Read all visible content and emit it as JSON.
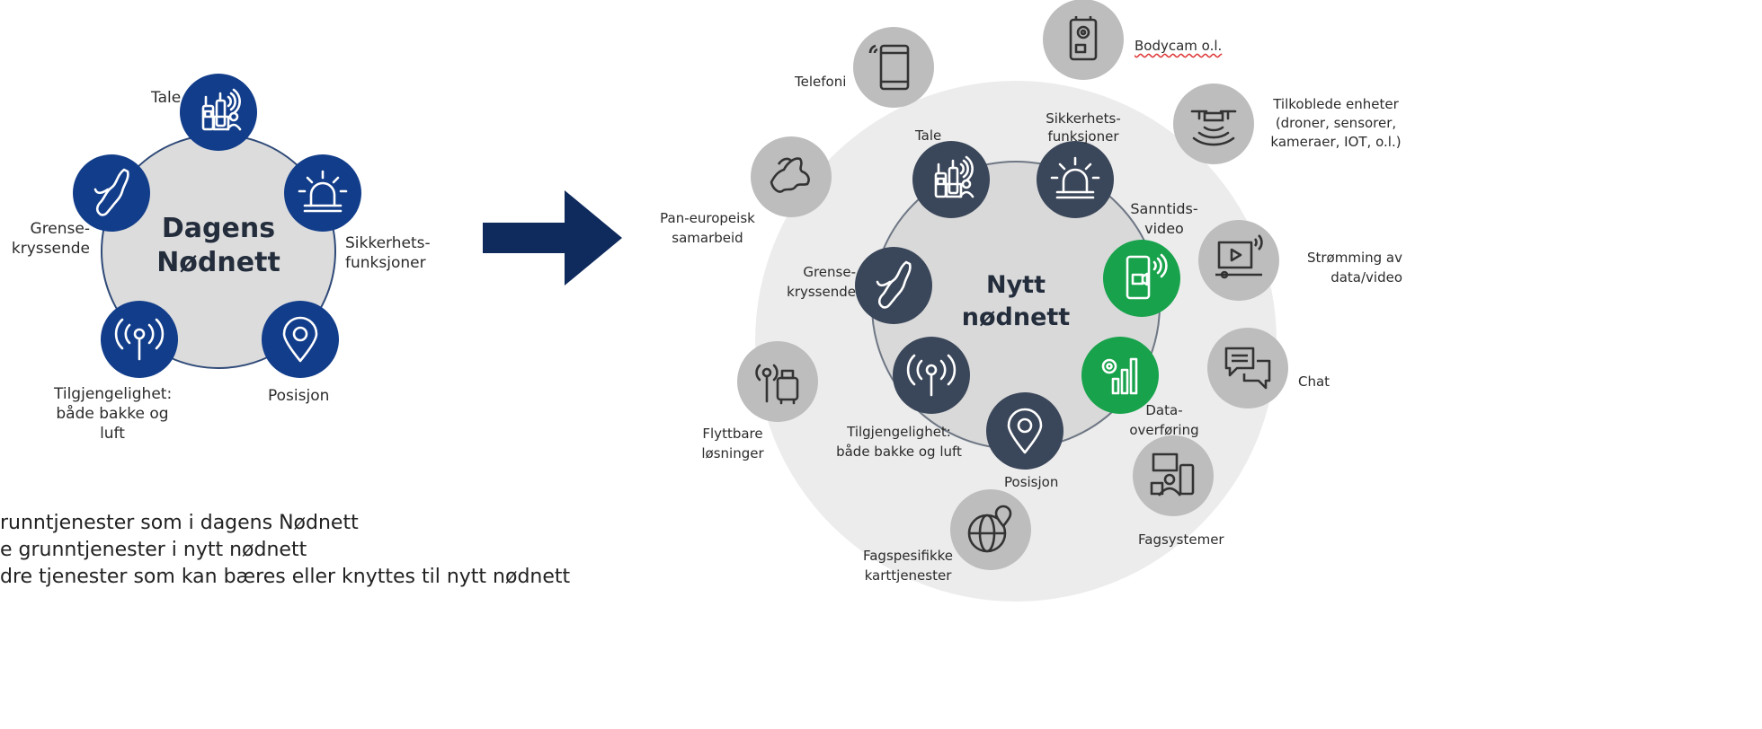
{
  "left": {
    "title_line1": "Dagens",
    "title_line2": "Nødnett",
    "labels": {
      "tale": "Tale",
      "sikkerhet_1": "Sikkerhets-",
      "sikkerhet_2": "funksjoner",
      "posisjon": "Posisjon",
      "tilgjengelighet_1": "Tilgjengelighet:",
      "tilgjengelighet_2": "både bakke og",
      "tilgjengelighet_3": "luft",
      "grense_1": "Grense-",
      "grense_2": "kryssende"
    },
    "colors": {
      "node": "#123d8a",
      "center": "#dcdcdc",
      "ring": "#2f4a78"
    }
  },
  "arrow": {
    "color": "#0f2a5c"
  },
  "right": {
    "title_line1": "Nytt",
    "title_line2": "nødnett",
    "inner_labels": {
      "tale": "Tale",
      "sikkerhet_1": "Sikkerhets-",
      "sikkerhet_2": "funksjoner",
      "sanntid_1": "Sanntids-",
      "sanntid_2": "video",
      "data_1": "Data-",
      "data_2": "overføring",
      "posisjon": "Posisjon",
      "tilgjengelighet_1": "Tilgjengelighet:",
      "tilgjengelighet_2": "både bakke og luft",
      "grense_1": "Grense-",
      "grense_2": "kryssende"
    },
    "outer_labels": {
      "telefoni": "Telefoni",
      "bodycam": "Bodycam o.l.",
      "tilkoblede_1": "Tilkoblede enheter",
      "tilkoblede_2": "(droner, sensorer,",
      "tilkoblede_3": "kameraer, IOT,  o.l.)",
      "stromming_1": "Strømming av",
      "stromming_2": "data/video",
      "chat": "Chat",
      "fagsystemer": "Fagsystemer",
      "fagspesifikke_1": "Fagspesifikke",
      "fagspesifikke_2": "karttjenester",
      "flyttbare_1": "Flyttbare",
      "flyttbare_2": "løsninger",
      "paneuropeisk_1": "Pan-europeisk",
      "paneuropeisk_2": "samarbeid"
    },
    "colors": {
      "inner_node": "#3a4659",
      "green_node": "#17a24b",
      "outer_node": "#bdbdbd",
      "outer_disc": "#ececec",
      "center": "#d9d9d9",
      "icon_dark": "#2b2b2b"
    }
  },
  "legend": {
    "line1": "runntjenester som i dagens Nødnett",
    "line2": "e grunntjenester i nytt nødnett",
    "line3": "dre tjenester som kan bæres eller knyttes til nytt nødnett"
  }
}
